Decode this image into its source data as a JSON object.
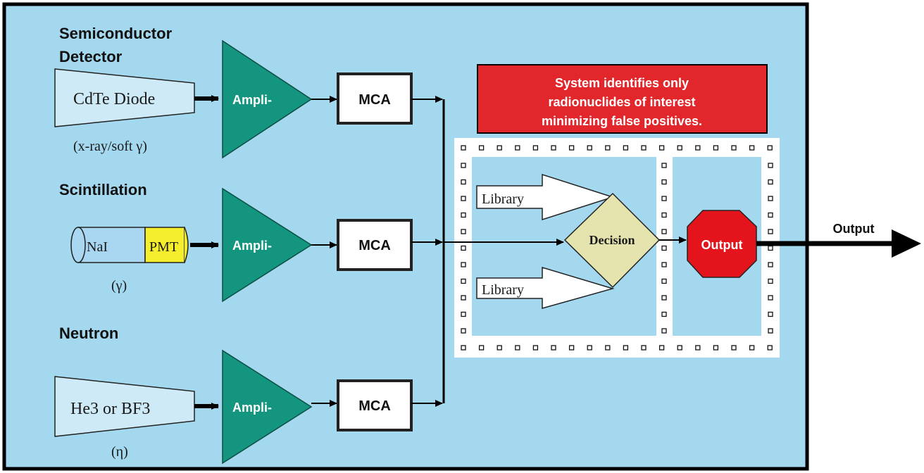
{
  "colors": {
    "panel_background": "#a4d8ee",
    "panel_border": "#000000",
    "amplifier": "#14957f",
    "detector_fill": "#cdeaf6",
    "nai_fill": "#a9d7f2",
    "pmt_fill": "#f5ee2c",
    "mca_fill": "#ffffff",
    "callout_red": "#e2272c",
    "decision_fill": "#e6e4ae",
    "output_red": "#e3141b",
    "dotted_frame": "#ffffff"
  },
  "detectors": {
    "semiconductor": {
      "heading_line1": "Semiconductor",
      "heading_line2": "Detector",
      "element_label": "CdTe Diode",
      "radiation_label": "(x-ray/soft γ)"
    },
    "scintillation": {
      "heading": "Scintillation",
      "crystal_label": "NaI",
      "pmt_label": "PMT",
      "radiation_label": "(γ)"
    },
    "neutron": {
      "heading": "Neutron",
      "element_label": "He3 or BF3",
      "radiation_label": "(η)"
    }
  },
  "chain": {
    "amplifier_label": "Ampli-",
    "mca_label": "MCA"
  },
  "callout": {
    "line1": "System identifies only",
    "line2": "radionuclides of interest",
    "line3": "minimizing false positives."
  },
  "analysis": {
    "library_top": "Library",
    "library_bottom": "Library",
    "decision": "Decision",
    "output_stop": "Output"
  },
  "external_output_label": "Output"
}
